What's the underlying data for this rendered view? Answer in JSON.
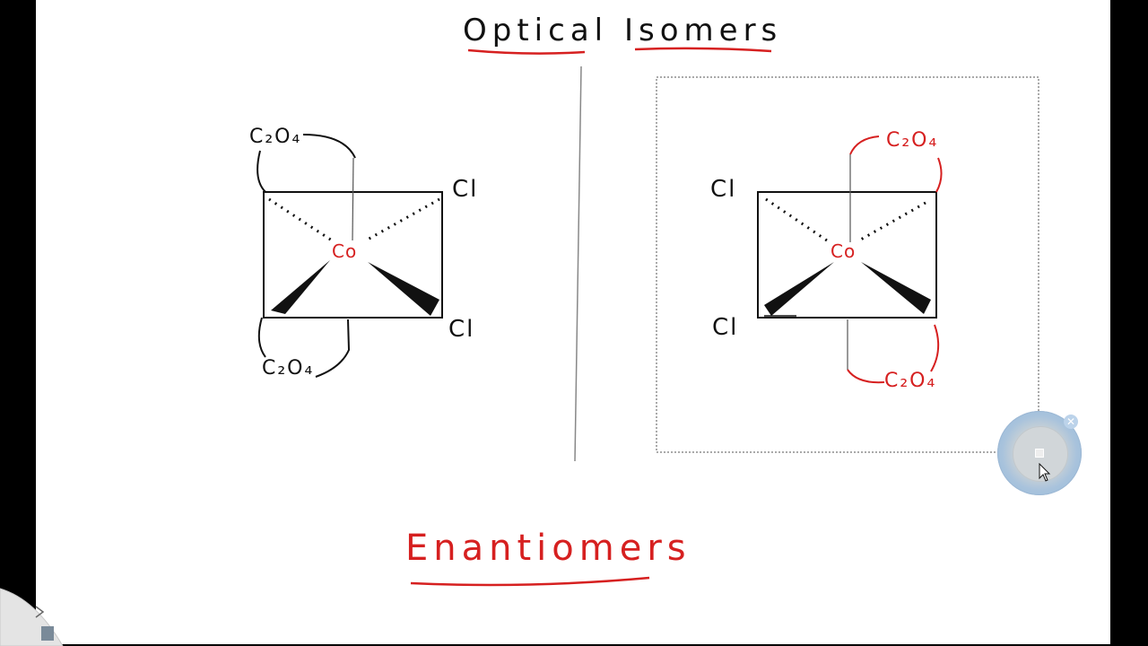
{
  "title": {
    "word1": "Optical",
    "word2": "Isomers"
  },
  "subtitle": "Enantiomers",
  "left_molecule": {
    "top_ligand": "C₂O₄",
    "bottom_ligand": "C₂O₄",
    "right_top": "Cl",
    "right_bottom": "Cl",
    "center": "Co"
  },
  "right_molecule": {
    "top_ligand": "C₂O₄",
    "bottom_ligand": "C₂O₄",
    "left_top": "Cl",
    "left_bottom": "Cl",
    "center": "Co"
  },
  "colors": {
    "ink": "#111111",
    "accent": "#d62020",
    "dial": "#8fb8df"
  },
  "icons": [
    "close-icon",
    "cursor-icon"
  ]
}
